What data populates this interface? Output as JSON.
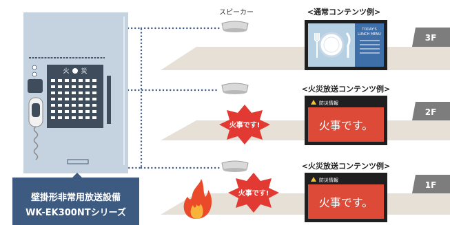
{
  "speaker_label": "スピーカー",
  "floors": [
    {
      "label": "3F",
      "content_title": "<通常コンテンツ例>"
    },
    {
      "label": "2F",
      "content_title": "<火災放送コンテンツ例>"
    },
    {
      "label": "1F",
      "content_title": "<火災放送コンテンツ例>"
    }
  ],
  "normal_screen": {
    "menu_line1": "TODAY'S",
    "menu_line2": "LUNCH MENU"
  },
  "alert_screen": {
    "header": "防災情報",
    "message": "火事です。"
  },
  "burst_text": "火事です!",
  "panel": {
    "fire_label": "火",
    "disaster_label": "災"
  },
  "caption": {
    "line1": "壁掛形非常用放送設備",
    "line2": "WK-EK300NTシリーズ"
  },
  "colors": {
    "panel": "#c5d3e0",
    "floor": "#e6e0d7",
    "cable": "#3d5a8a",
    "alert_red": "#de4a38",
    "burst": "#e23a32",
    "badge": "#7d7d7d",
    "caption_bg": "#3d5a80"
  }
}
